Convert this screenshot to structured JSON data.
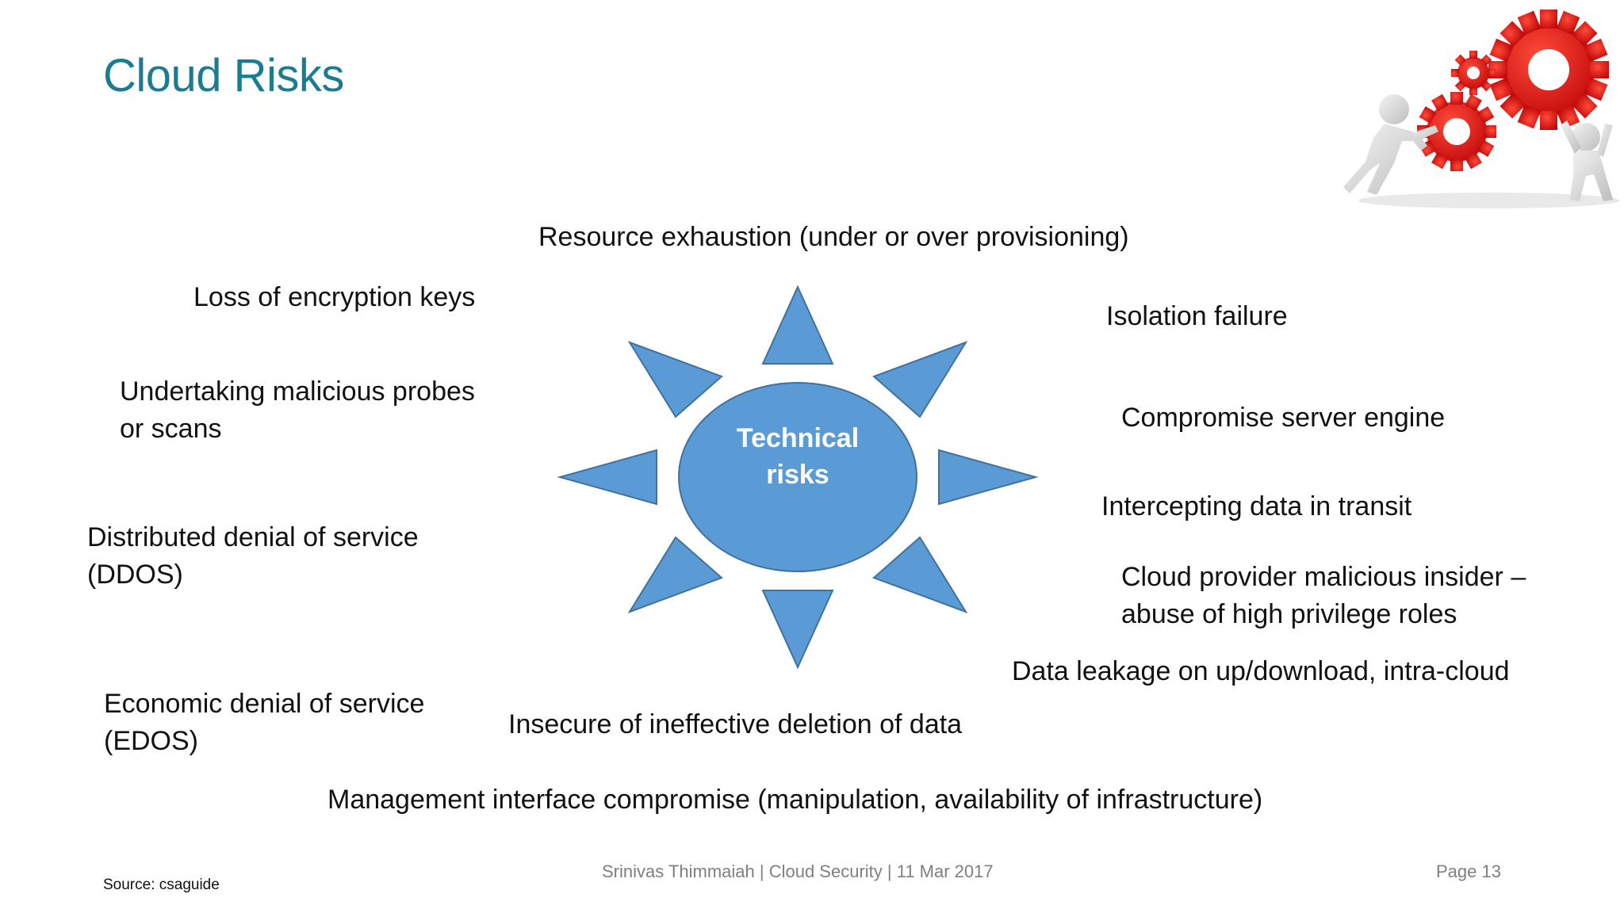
{
  "slide": {
    "title": "Cloud Risks",
    "center_node": {
      "line1": "Technical",
      "line2": "risks"
    },
    "risks": {
      "resource_exhaustion": "Resource exhaustion (under or over provisioning)",
      "loss_of_keys": "Loss of encryption keys",
      "isolation_failure": "Isolation failure",
      "malicious_probes": [
        "Undertaking malicious probes",
        "or scans"
      ],
      "compromise_engine": "Compromise server engine",
      "intercepting_data": "Intercepting data in transit",
      "ddos": [
        "Distributed denial of service",
        "(DDOS)"
      ],
      "malicious_insider": [
        "Cloud provider malicious insider –",
        "abuse of high privilege roles"
      ],
      "data_leakage": "Data leakage on up/download, intra-cloud",
      "edos": [
        "Economic denial of service",
        "(EDOS)"
      ],
      "insecure_deletion": "Insecure of ineffective deletion of data",
      "management_interface": "Management interface compromise (manipulation, availability of infrastructure)"
    },
    "footer": {
      "center": "Srinivas Thimmaiah | Cloud Security | 11 Mar 2017",
      "page": "Page 13",
      "source": "Source: csaguide"
    },
    "colors": {
      "title": "#1b7c91",
      "shape_fill": "#5b9bd5",
      "shape_stroke": "#41719c",
      "gear": "#e02020"
    },
    "decorative_image": "two-figures-pushing-red-gears"
  }
}
